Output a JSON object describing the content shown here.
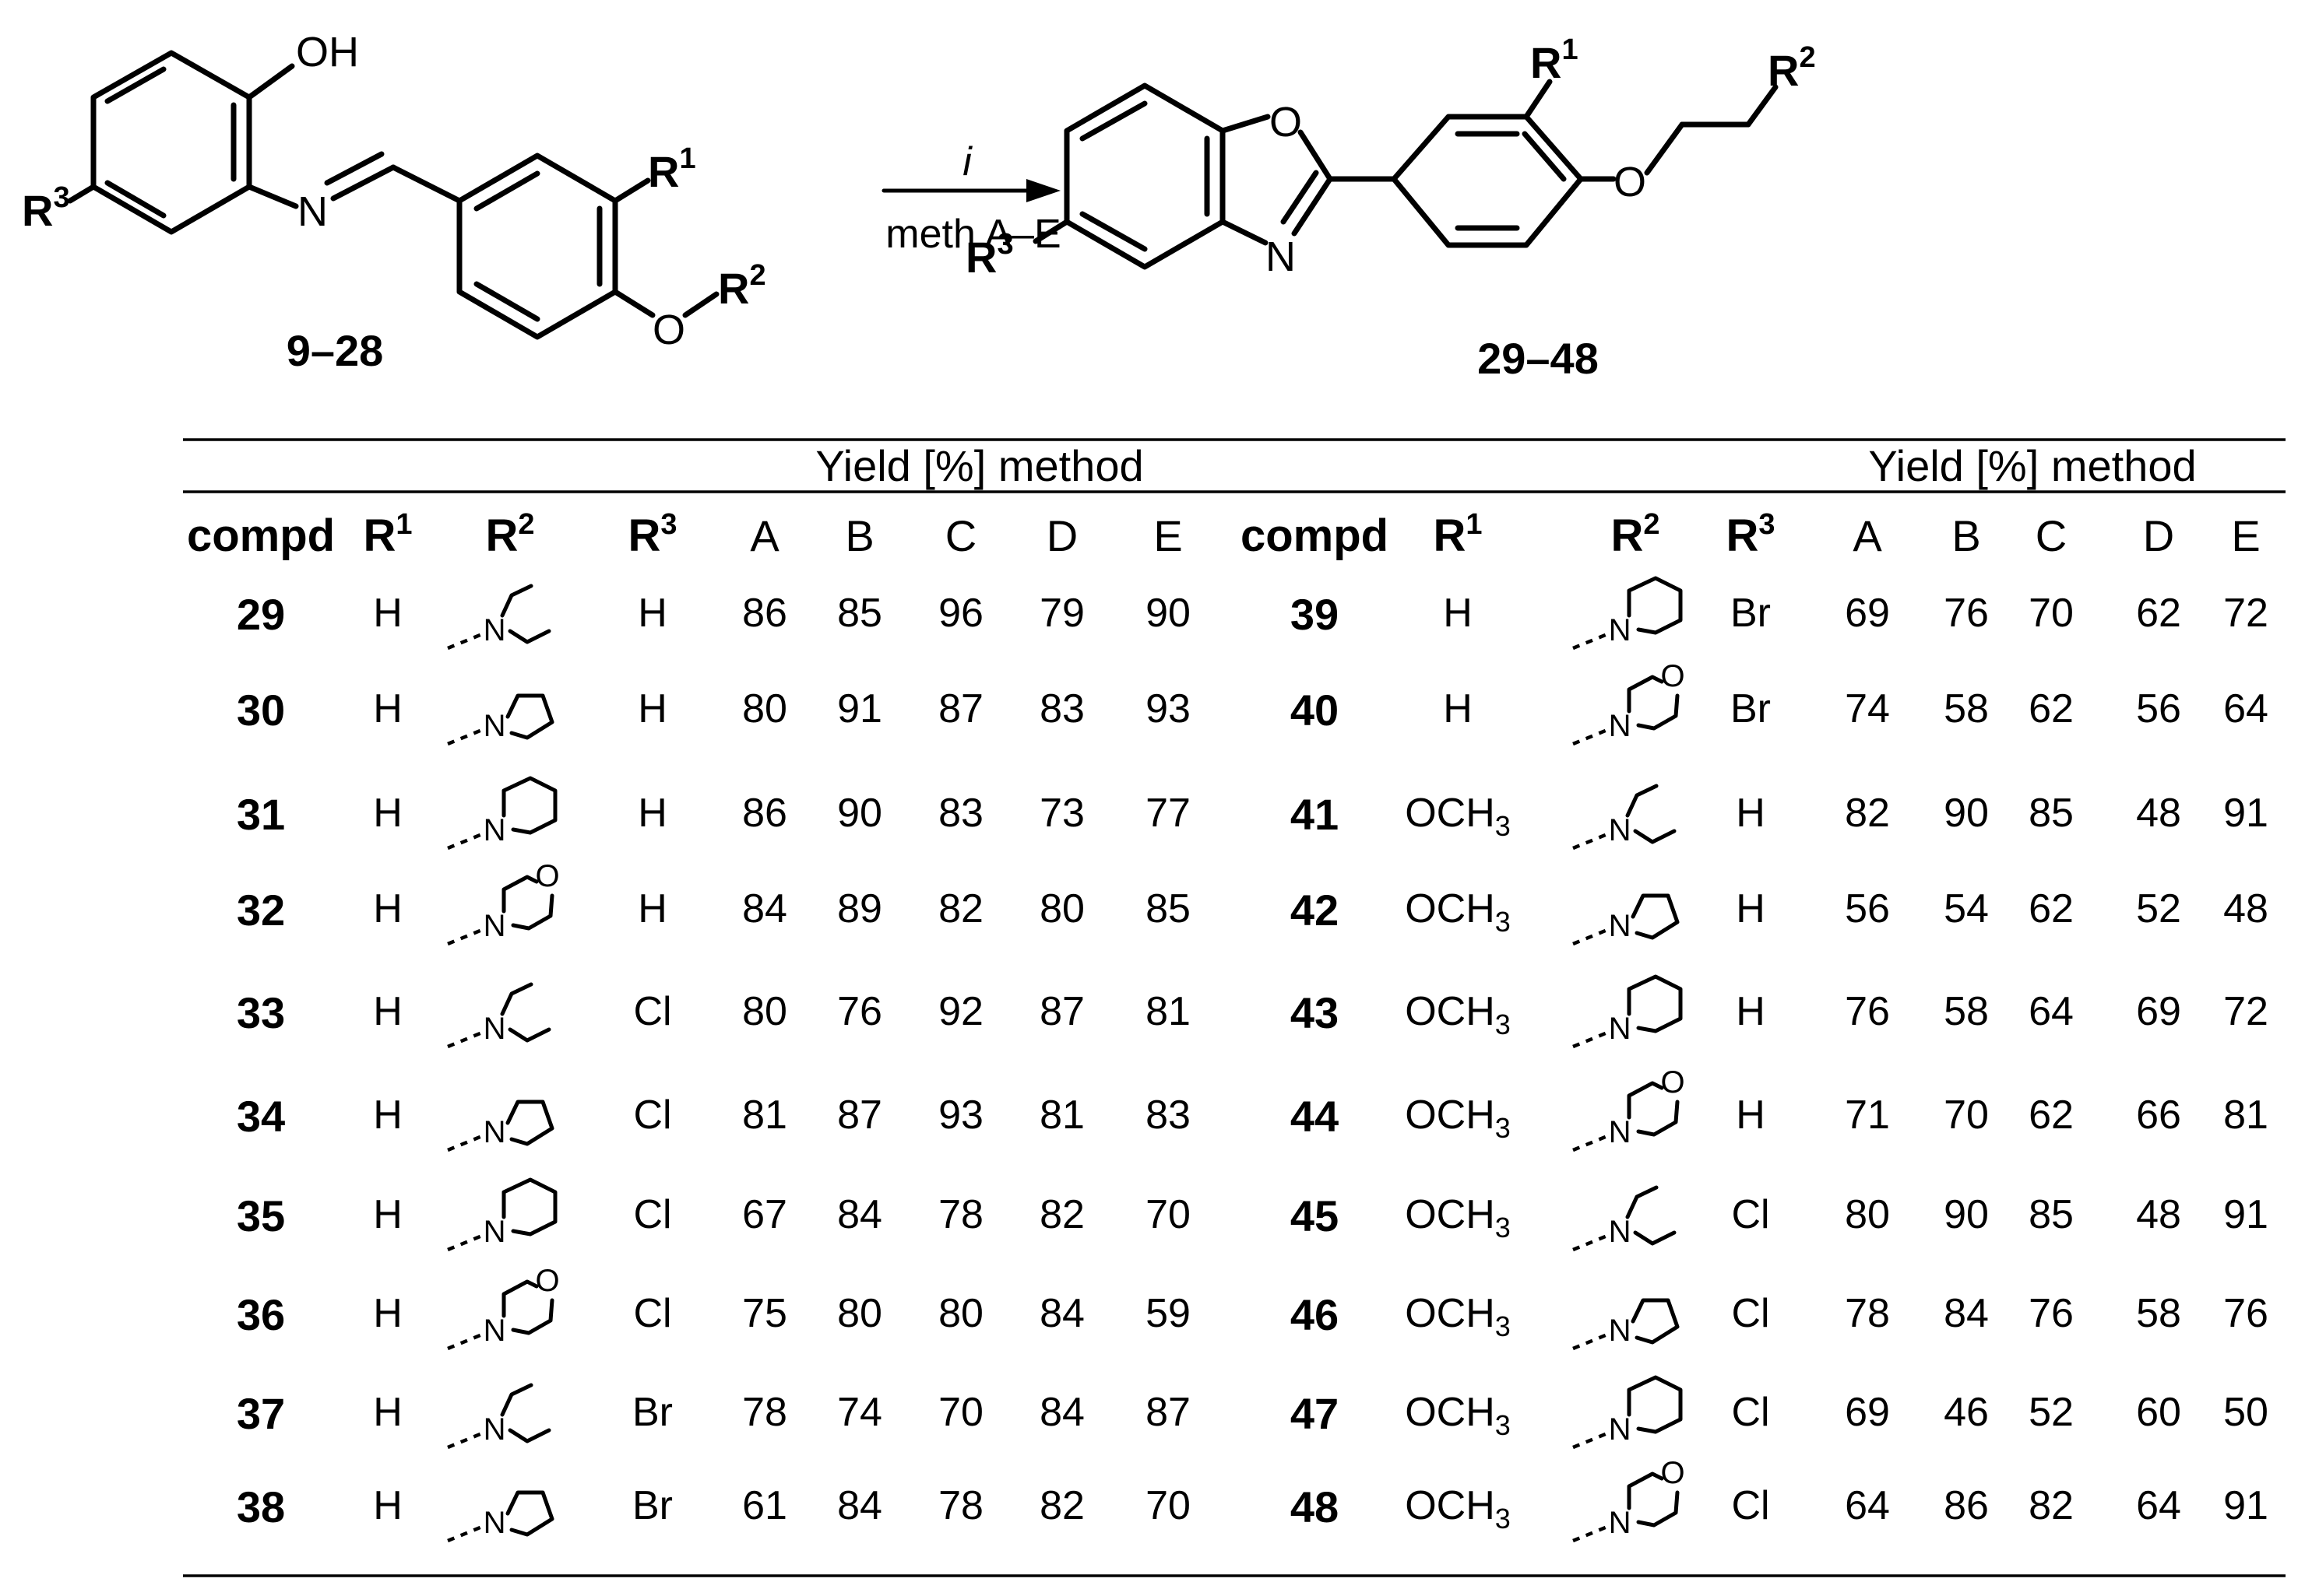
{
  "scheme": {
    "reactant": {
      "atoms": {
        "oh": "OH",
        "n": "N",
        "o": "O",
        "r1": "R",
        "r1_sup": "1",
        "r2": "R",
        "r2_sup": "2",
        "r3": "R",
        "r3_sup": "3"
      },
      "label": "9–28"
    },
    "arrow": {
      "reagent": "i",
      "conditions": "meth A–E"
    },
    "product": {
      "atoms": {
        "o_ring": "O",
        "n_ring": "N",
        "o_ether": "O",
        "r1": "R",
        "r1_sup": "1",
        "r2": "R",
        "r2_sup": "2",
        "r3": "R",
        "r3_sup": "3"
      },
      "label": "29–48"
    }
  },
  "table": {
    "group_header": "Yield [%] method",
    "headers": {
      "compd": "compd",
      "r": "R",
      "r1_sup": "1",
      "r2_sup": "2",
      "r3_sup": "3",
      "methods": [
        "A",
        "B",
        "C",
        "D",
        "E"
      ]
    },
    "amine_names": {
      "diethylamino": "N,N-diethylamino",
      "pyrrolidino": "pyrrolidin-1-yl",
      "piperidino": "piperidin-1-yl",
      "morpholino": "morpholin-4-yl"
    },
    "amine_atoms": {
      "n": "N",
      "o": "O"
    },
    "och3": {
      "main": "OCH",
      "sub": "3"
    },
    "rows_left": [
      {
        "compd": "29",
        "r1": "H",
        "r2": "diethylamino",
        "r3": "H",
        "yields": [
          "86",
          "85",
          "96",
          "79",
          "90"
        ]
      },
      {
        "compd": "30",
        "r1": "H",
        "r2": "pyrrolidino",
        "r3": "H",
        "yields": [
          "80",
          "91",
          "87",
          "83",
          "93"
        ]
      },
      {
        "compd": "31",
        "r1": "H",
        "r2": "piperidino",
        "r3": "H",
        "yields": [
          "86",
          "90",
          "83",
          "73",
          "77"
        ]
      },
      {
        "compd": "32",
        "r1": "H",
        "r2": "morpholino",
        "r3": "H",
        "yields": [
          "84",
          "89",
          "82",
          "80",
          "85"
        ]
      },
      {
        "compd": "33",
        "r1": "H",
        "r2": "diethylamino",
        "r3": "Cl",
        "yields": [
          "80",
          "76",
          "92",
          "87",
          "81"
        ]
      },
      {
        "compd": "34",
        "r1": "H",
        "r2": "pyrrolidino",
        "r3": "Cl",
        "yields": [
          "81",
          "87",
          "93",
          "81",
          "83"
        ]
      },
      {
        "compd": "35",
        "r1": "H",
        "r2": "piperidino",
        "r3": "Cl",
        "yields": [
          "67",
          "84",
          "78",
          "82",
          "70"
        ]
      },
      {
        "compd": "36",
        "r1": "H",
        "r2": "morpholino",
        "r3": "Cl",
        "yields": [
          "75",
          "80",
          "80",
          "84",
          "59"
        ]
      },
      {
        "compd": "37",
        "r1": "H",
        "r2": "diethylamino",
        "r3": "Br",
        "yields": [
          "78",
          "74",
          "70",
          "84",
          "87"
        ]
      },
      {
        "compd": "38",
        "r1": "H",
        "r2": "pyrrolidino",
        "r3": "Br",
        "yields": [
          "61",
          "84",
          "78",
          "82",
          "70"
        ]
      }
    ],
    "rows_right": [
      {
        "compd": "39",
        "r1": "H",
        "r2": "piperidino",
        "r3": "Br",
        "yields": [
          "69",
          "76",
          "70",
          "62",
          "72"
        ]
      },
      {
        "compd": "40",
        "r1": "H",
        "r2": "morpholino",
        "r3": "Br",
        "yields": [
          "74",
          "58",
          "62",
          "56",
          "64"
        ]
      },
      {
        "compd": "41",
        "r1": "OCH3",
        "r2": "diethylamino",
        "r3": "H",
        "yields": [
          "82",
          "90",
          "85",
          "48",
          "91"
        ]
      },
      {
        "compd": "42",
        "r1": "OCH3",
        "r2": "pyrrolidino",
        "r3": "H",
        "yields": [
          "56",
          "54",
          "62",
          "52",
          "48"
        ]
      },
      {
        "compd": "43",
        "r1": "OCH3",
        "r2": "piperidino",
        "r3": "H",
        "yields": [
          "76",
          "58",
          "64",
          "69",
          "72"
        ]
      },
      {
        "compd": "44",
        "r1": "OCH3",
        "r2": "morpholino",
        "r3": "H",
        "yields": [
          "71",
          "70",
          "62",
          "66",
          "81"
        ]
      },
      {
        "compd": "45",
        "r1": "OCH3",
        "r2": "diethylamino",
        "r3": "Cl",
        "yields": [
          "80",
          "90",
          "85",
          "48",
          "91"
        ]
      },
      {
        "compd": "46",
        "r1": "OCH3",
        "r2": "pyrrolidino",
        "r3": "Cl",
        "yields": [
          "78",
          "84",
          "76",
          "58",
          "76"
        ]
      },
      {
        "compd": "47",
        "r1": "OCH3",
        "r2": "piperidino",
        "r3": "Cl",
        "yields": [
          "69",
          "46",
          "52",
          "60",
          "50"
        ]
      },
      {
        "compd": "48",
        "r1": "OCH3",
        "r2": "morpholino",
        "r3": "Cl",
        "yields": [
          "64",
          "86",
          "82",
          "64",
          "91"
        ]
      }
    ]
  }
}
